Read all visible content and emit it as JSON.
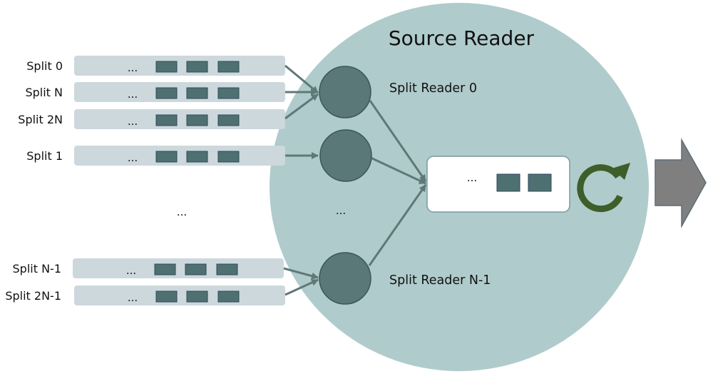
{
  "diagram": {
    "title": "Source Reader",
    "splits": [
      {
        "label": "Split 0",
        "ellipsis": "..."
      },
      {
        "label": "Split N",
        "ellipsis": "..."
      },
      {
        "label": "Split 2N",
        "ellipsis": "..."
      },
      {
        "label": "Split 1",
        "ellipsis": "..."
      },
      {
        "label": "Split N-1",
        "ellipsis": "..."
      },
      {
        "label": "Split 2N-1",
        "ellipsis": "..."
      }
    ],
    "split_gap_ellipsis": "...",
    "reader_gap_ellipsis": "...",
    "readers": [
      {
        "label": "Split Reader 0"
      },
      {
        "label": "Split Reader N-1"
      }
    ],
    "queue_ellipsis": "...",
    "colors": {
      "circle_fill": "#b0cbcb",
      "reader_fill": "#5b7878",
      "reader_stroke": "#3a5858",
      "split_bar": "#ccd8dc",
      "record_block": "#4f7070",
      "record_block_stroke": "#2f4a60",
      "arrow": "#5f7878",
      "loop_icon": "#3e5e2a",
      "output_arrow": "#7f7f7f"
    },
    "icons": [
      "loop-icon",
      "output-arrow-icon"
    ]
  }
}
